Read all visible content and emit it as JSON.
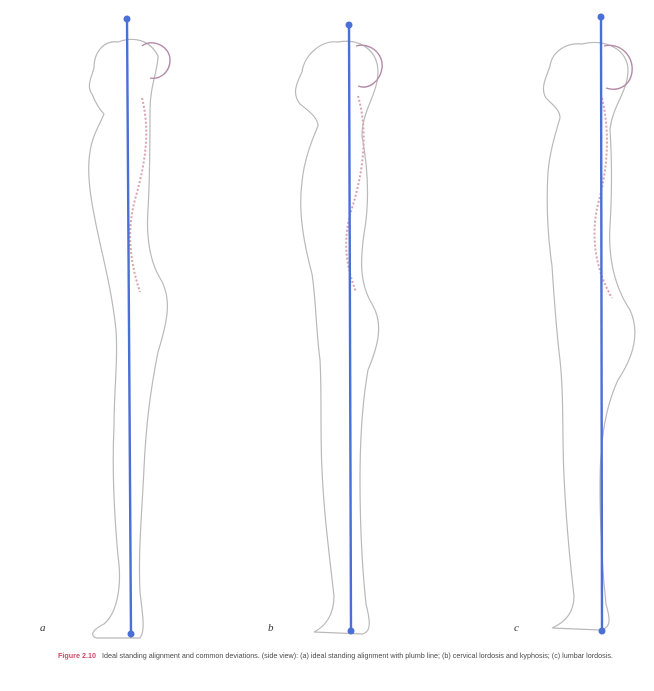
{
  "figure": {
    "panels": [
      {
        "label": "a"
      },
      {
        "label": "b"
      },
      {
        "label": "c"
      }
    ],
    "caption": {
      "number": "Figure 2.10",
      "text": "Ideal standing alignment and common deviations. (side view): (a) ideal standing alignment with plumb line; (b) cervical lordosis and kyphosis; (c) lumbar lordosis."
    },
    "colors": {
      "plumb_line": "#4a6fd6",
      "outline": "#b9b9b9",
      "spine": "#d9a3ad",
      "caption_accent": "#d04a6a"
    }
  }
}
